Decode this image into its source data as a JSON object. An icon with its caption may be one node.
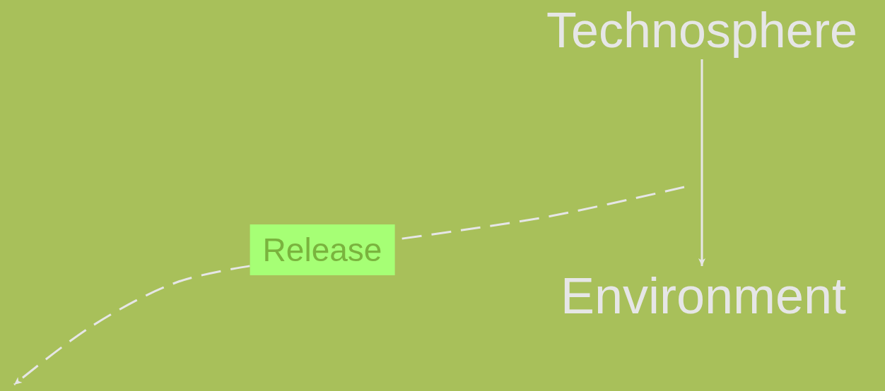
{
  "diagram": {
    "nodes": [
      {
        "text": [
          "Technosphere"
        ]
      },
      {
        "text": [
          "Environment"
        ]
      },
      {
        "text": [
          "Release"
        ]
      }
    ],
    "edges": [
      {
        "from": 0,
        "to": 1,
        "arrow": "to"
      },
      {
        "from": null,
        "to": 2,
        "arrow": "none",
        "style": "dashed"
      },
      {
        "from": 2,
        "to": null,
        "arrow": "to",
        "style": "dashed"
      }
    ]
  }
}
